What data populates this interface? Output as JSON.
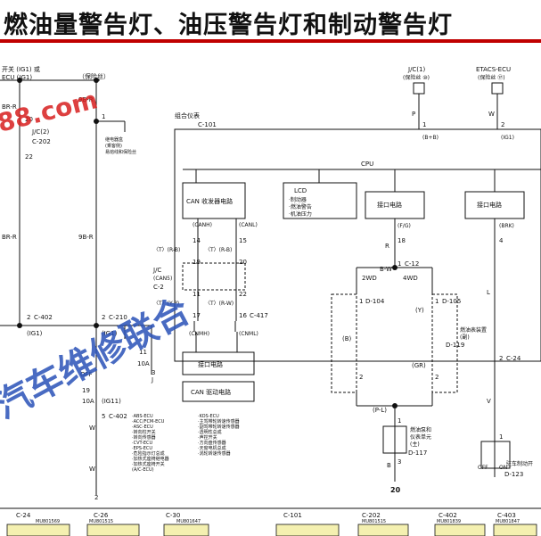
{
  "title": "燃油量警告灯、油压警告灯和制动警告灯",
  "top_left": {
    "ig_line1": "开关 (IG1) 或",
    "ig_line2": "ECU (IG1)",
    "fuse_note": "（保险丝）",
    "wire_br": "BR-R",
    "jc2": "J/C(2)",
    "c202": "C-202",
    "pin22": "22",
    "pin20": "20",
    "wire_br_r": "BR-R",
    "wire_9b_r_top": "9B-R",
    "wire_9b_r": "9B-R",
    "pin1": "1",
    "relay_note_1": "继电器盒",
    "relay_note_2": "(乘客侧)",
    "relay_note_3": "易熔线和保险丝"
  },
  "left_mid": {
    "pin2": "2",
    "c402": "C-402",
    "pin2b": "2",
    "c210": "C-210",
    "ig1": "(IG1)",
    "ig1b": "(IG1)",
    "fuse11": "11",
    "amp10": "10A",
    "off": "OFF",
    "fuse19": "19",
    "amp10b": "10A",
    "ig11": "(IG11)",
    "pin5": "5",
    "c402b": "C-402",
    "wire_w": "W",
    "wire_w2": "W",
    "conn2": "2",
    "conn3": "3",
    "conn_j": "J"
  },
  "ecu_list_left": [
    "·ABS-ECU",
    "·ACC/FCM-ECU",
    "·ASC-ECU",
    "·转向柱开关",
    "·转向传感器",
    "·CVT-ECU",
    "·EPS-ECU",
    "·危险指示灯总成",
    "·加热式座椅继电器",
    "·加热式座椅开关",
    "(A/C-ECU)"
  ],
  "ecu_list_right": [
    "·KOS-ECU",
    "·主驾带轮转速传感器",
    "·副驾带轮转速传感器",
    "·透明性总成",
    "·声控开关",
    "·方向盘传感器",
    "·天窗电机总成",
    "·涡轮转速传感器"
  ],
  "combo": {
    "label": "组合仪表",
    "conn": "C-101",
    "cpu": "CPU",
    "can_recv": "CAN 收发器电路",
    "lcd": "LCD",
    "lcd1": "·制动器",
    "lcd2": "·燃油警告",
    "lcd3": "·机油压力",
    "iface1": "接口电路",
    "iface2": "接口电路",
    "canh": "(CANH)",
    "canl": "(CANL)",
    "pin14": "14",
    "pin15": "15",
    "pin19": "19",
    "pin20": "20",
    "t_rb": "〈T〉(R-B)",
    "t_rb2": "〈T〉(R-B)",
    "jc5": "J/C",
    "can5": "(CAN5)",
    "c2x": "C-2",
    "pin11": "11",
    "pin22": "22",
    "t_yp": "〈T〉(Y-P)",
    "t_rw": "〈T〉(R-W)",
    "pin17": "17",
    "pin16": "16",
    "c417": "C-417",
    "cnmh": "(CNMH)",
    "cnml": "(CNML)",
    "iface3": "接口电路",
    "can_drv": "CAN 驱动电路",
    "fg": "(F/G)",
    "brk": "(BRK)",
    "bb": "(B+B)",
    "ig1": "(IG1)"
  },
  "right_top": {
    "jc1": "J/C(1)",
    "fuse_a": "(保险丝 ⑩)",
    "etacs": "ETACS-ECU",
    "fuse_b": "(保险丝 ⑰)",
    "wire_p": "P",
    "wire_w": "W",
    "pin1a": "1",
    "pin2a": "2"
  },
  "fuel": {
    "pin18": "18",
    "wire_r": "R",
    "wire_bw": "B-W",
    "pin1": "1",
    "c12": "C-12",
    "wd2": "2WD",
    "wd4": "4WD",
    "pin1b": "1",
    "d104": "D-104",
    "pin1c": "1",
    "d105": "D-105",
    "b": "(B)",
    "y": "(Y)",
    "gr": "(GR)",
    "sender_sub_1": "燃油表装置",
    "sender_sub_2": "(副)",
    "d119": "D-119",
    "pin2": "2",
    "pin2b": "2",
    "pl": "(P-L)",
    "pin1d": "1",
    "pump_1": "燃油泵和",
    "pump_2": "仪表单元",
    "pump_3": "(主)",
    "d117": "D-117",
    "pin3": "3",
    "wire_b": "B",
    "gnd": "20"
  },
  "brake": {
    "pin4": "4",
    "wire_l": "L",
    "pin2": "2",
    "c24": "C-24",
    "wire_v": "V",
    "pin1": "1",
    "off": "OFF",
    "on": "ON",
    "label": "驻车制动开",
    "d123": "D-123"
  },
  "bottom_connectors": [
    "C-24",
    "C-26",
    "C-30",
    "C-101",
    "C-202",
    "C-402",
    "C-403"
  ],
  "bottom_parts": [
    "MU801569",
    "MU801515",
    "MU801647",
    "MU801515",
    "MU801839",
    "MU801847"
  ],
  "watermark": {
    "site": "88.com",
    "cn": "汽车维修联合"
  },
  "colors": {
    "line": "#111111",
    "title_rule": "#c00000",
    "wm_blue": "#2a52b8",
    "wm_red": "#d81f1f",
    "yellow_tab": "#f4f0b0"
  }
}
